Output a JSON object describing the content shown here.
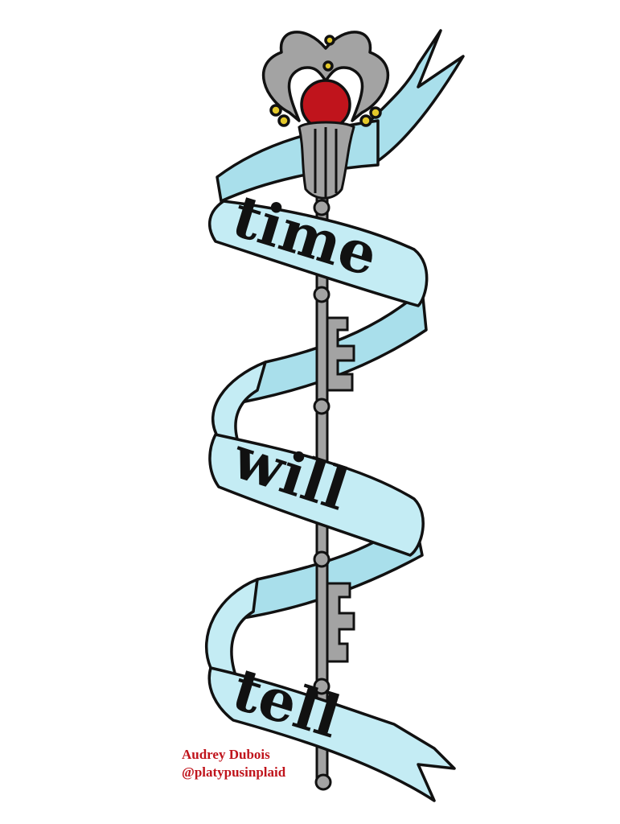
{
  "banner": {
    "words": [
      "time",
      "will",
      "tell"
    ]
  },
  "credit": {
    "name": "Audrey Dubois",
    "handle": "@platypusinplaid"
  },
  "colors": {
    "ribbon": "#c4ecf4",
    "ribbon_shade": "#a9dfeb",
    "staff": "#a3a3a3",
    "orb": "#c0141c",
    "jewel": "#e3c82a",
    "outline": "#111111",
    "credit_text": "#c0141c"
  },
  "icons": [
    "key-staff-icon",
    "heart-crown-icon",
    "red-orb-icon",
    "ribbon-banner-icon"
  ]
}
